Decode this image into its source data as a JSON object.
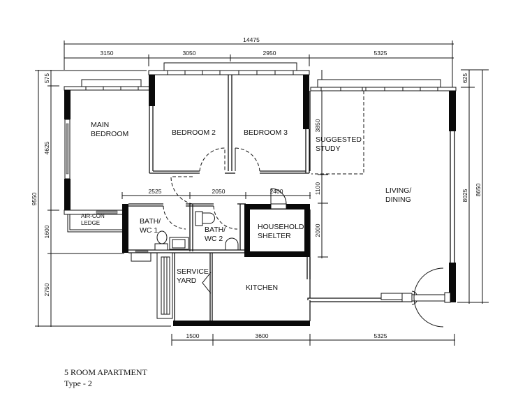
{
  "title": {
    "apartment": "5 ROOM APARTMENT",
    "type": "Type - 2"
  },
  "rooms": {
    "main_bedroom": [
      "MAIN",
      "BEDROOM"
    ],
    "bedroom_2": "BEDROOM 2",
    "bedroom_3": "BEDROOM 3",
    "suggested_study": [
      "SUGGESTED",
      "STUDY"
    ],
    "living_dining": [
      "LIVING/",
      "DINING"
    ],
    "aircon_ledge": [
      "AIR-CON",
      "LEDGE"
    ],
    "bath_wc_1": [
      "BATH/",
      "WC 1"
    ],
    "bath_wc_2": [
      "BATH/",
      "WC 2"
    ],
    "household_shelter": [
      "HOUSEHOLD",
      "SHELTER"
    ],
    "service_yard": [
      "SERVICE",
      "YARD"
    ],
    "kitchen": "KITCHEN"
  },
  "dimensions": {
    "top_overall": "14475",
    "top_segments": [
      "3150",
      "3050",
      "2950",
      "5325"
    ],
    "left_overall": "9550",
    "left_segments": [
      "575",
      "4625",
      "1600",
      "2750"
    ],
    "right_overall": "8650",
    "right_segments": [
      "625",
      "8025"
    ],
    "inner_vertical": [
      "3850",
      "1100",
      "2000"
    ],
    "corridor": [
      "2525",
      "2050",
      "2400"
    ],
    "bottom_segments": [
      "1500",
      "3600",
      "5325"
    ]
  }
}
